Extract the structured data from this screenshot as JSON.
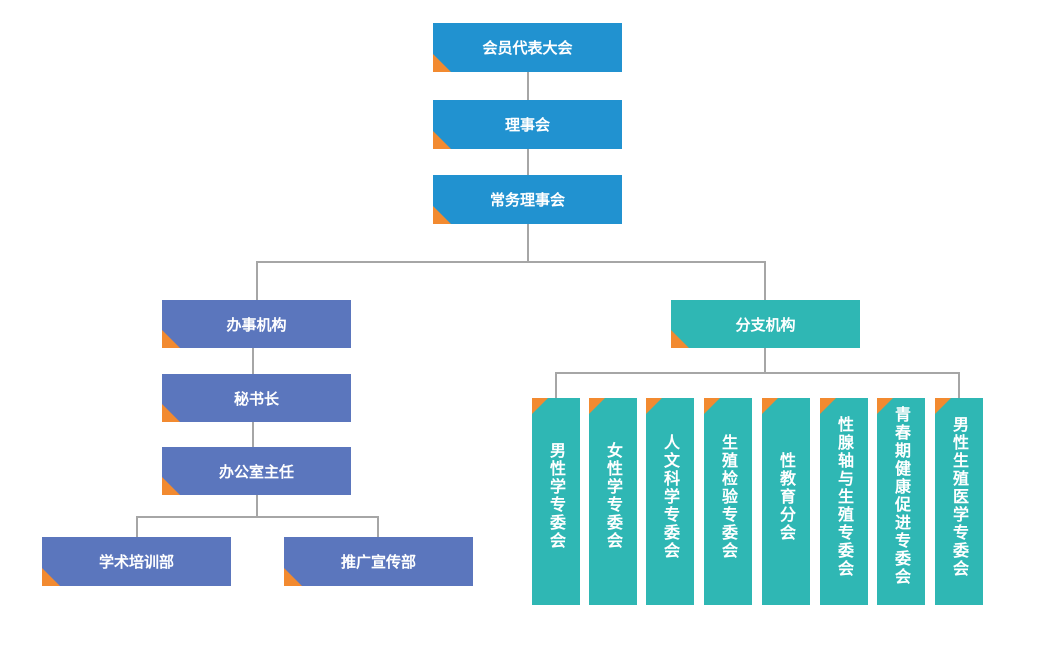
{
  "top": {
    "assembly": "会员代表大会",
    "council": "理事会",
    "standing_council": "常务理事会"
  },
  "office": {
    "title": "办事机构",
    "secretary_general": "秘书长",
    "office_director": "办公室主任",
    "academic_training": "学术培训部",
    "promotion": "推广宣传部"
  },
  "branches": {
    "title": "分支机构",
    "items": [
      "男性学专委会",
      "女性学专委会",
      "人文科学专委会",
      "生殖检验专委会",
      "性教育分会",
      "性腺轴与生殖专委会",
      "青春期健康促进专委会",
      "男性生殖医学专委会"
    ]
  },
  "colors": {
    "top_box": "#2192d0",
    "office_box": "#5b76bd",
    "branch_box": "#2fb7b4",
    "corner_accent": "#f28a30",
    "connector": "#a6a6a6"
  }
}
